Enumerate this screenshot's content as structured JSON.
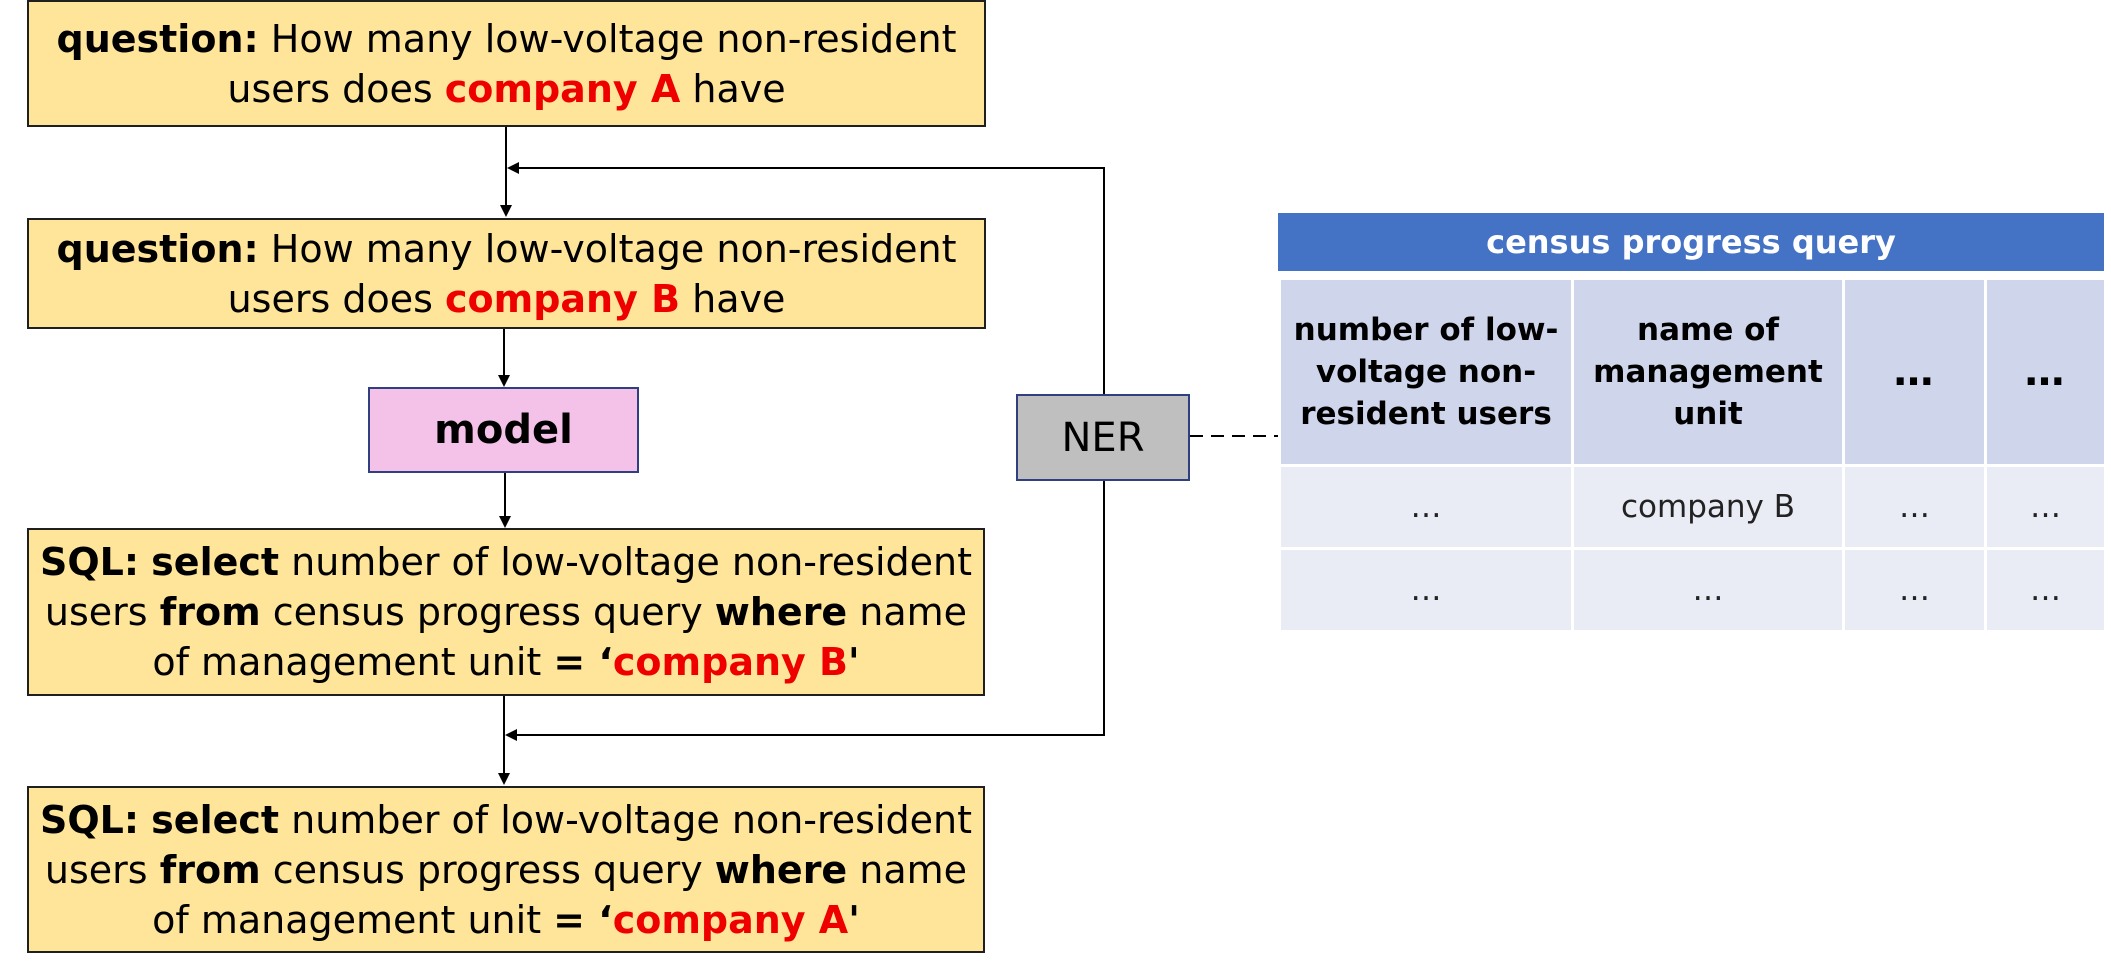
{
  "question_top": {
    "label": "question:",
    "text_before": " How many low-voltage non-resident users does ",
    "entity": "company A",
    "text_after": " have"
  },
  "question_mid": {
    "label": "question:",
    "text_before": " How many low-voltage non-resident users does ",
    "entity": "company B",
    "text_after": " have"
  },
  "model_label": "model",
  "ner_label": "NER",
  "sql_mid": {
    "prefix": "SQL:",
    "kw_select": "select",
    "part1": " number of low-voltage non-resident users ",
    "kw_from": "from",
    "part2": " census progress query ",
    "kw_where": "where",
    "part3": " name of management unit ",
    "eq": "= ‘",
    "entity": "company B",
    "close": "'"
  },
  "sql_bottom": {
    "prefix": "SQL:",
    "kw_select": "select",
    "part1": " number of low-voltage non-resident users ",
    "kw_from": "from",
    "part2": " census progress query ",
    "kw_where": "where",
    "part3": " name of management unit ",
    "eq": "= ‘",
    "entity": "company A",
    "close": "'"
  },
  "table": {
    "title": "census progress query",
    "headers": [
      "number of low-voltage non-resident users",
      "name of management unit",
      "…",
      "…"
    ],
    "rows": [
      [
        "…",
        "company B",
        "…",
        "…"
      ],
      [
        "…",
        "…",
        "…",
        "…"
      ]
    ]
  },
  "colors": {
    "box_fill": "#ffe599",
    "model_fill": "#f4c1e8",
    "ner_fill": "#bfbfbf",
    "table_title": "#4472c4",
    "table_header": "#cfd5ea",
    "table_row": "#e9ebf5",
    "entity_red": "#ee0000"
  }
}
